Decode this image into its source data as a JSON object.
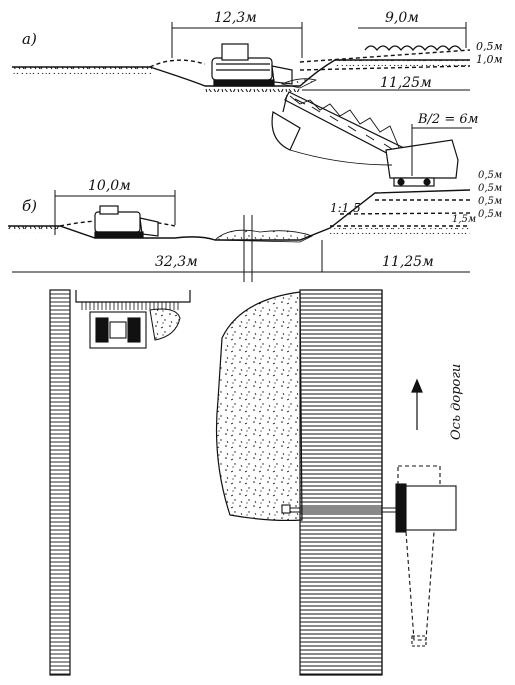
{
  "section_a": {
    "label": "а)",
    "dim_width": "12,3м",
    "dim_spoil": "9,0м",
    "layer_top": "0,5м",
    "layer_mid": "1,0м",
    "dim_base": "11,25м"
  },
  "section_b": {
    "label": "б)",
    "dim_bulldozer": "10,0м",
    "dim_half_width": "В/2 = 6м",
    "slope": "1:1,5",
    "layer_1": "0,5м",
    "layer_2": "0,5м",
    "layer_3": "0,5м",
    "depth": "1,5м",
    "layer_4": "0,5м",
    "dim_total": "32,3м",
    "dim_right": "11,25м"
  },
  "plan": {
    "road_axis_label": "Ось дороги"
  },
  "colors": {
    "ink": "#111111",
    "paper": "#ffffff"
  }
}
